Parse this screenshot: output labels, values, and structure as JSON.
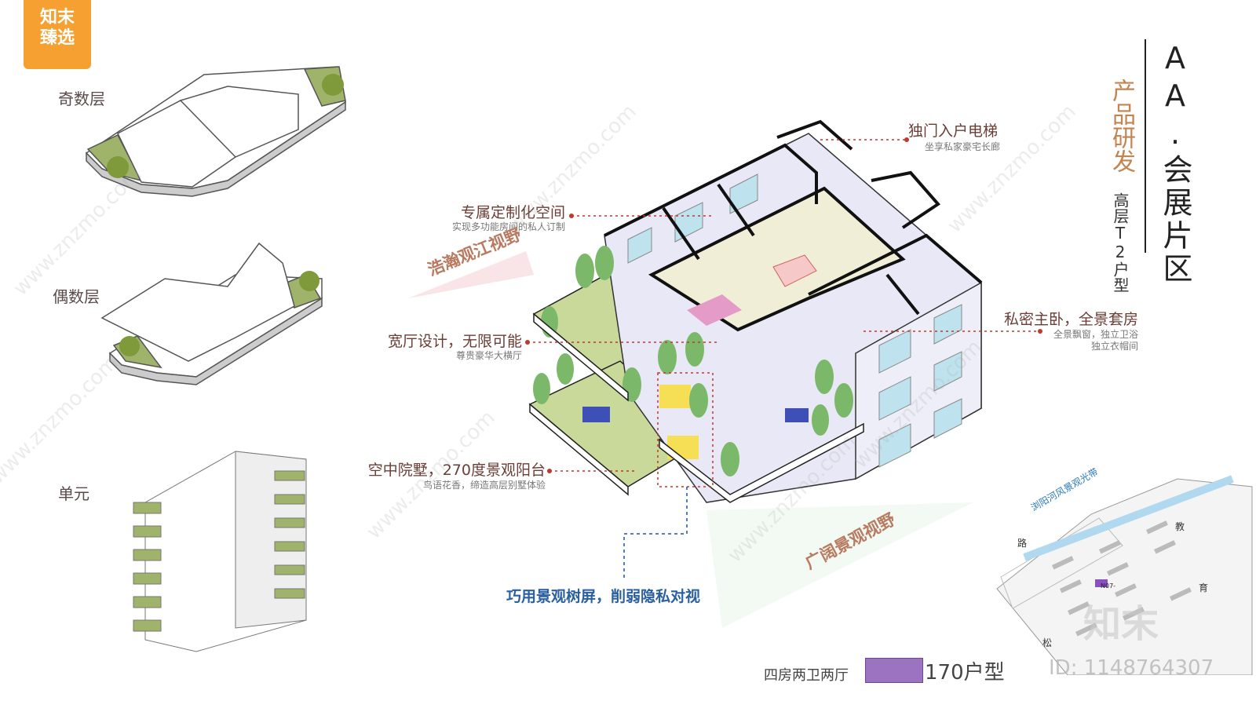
{
  "badge": {
    "line1": "知末",
    "line2": "臻选"
  },
  "floors": {
    "odd": "奇数层",
    "even": "偶数层",
    "unit": "单元"
  },
  "title": {
    "main": "AA.会展片区",
    "sub1": "产品研发",
    "sub2": "高层T2户型"
  },
  "callouts": {
    "elevator": {
      "title": "独门入户电梯",
      "sub": "坐享私家豪宅长廊"
    },
    "custom": {
      "title": "专属定制化空间",
      "sub": "实现多功能房间的私人订制"
    },
    "hall": {
      "title": "宽厅设计，无限可能",
      "sub": "尊贵豪华大横厅"
    },
    "master": {
      "title": "私密主卧，全景套房",
      "sub1": "全景飘窗，独立卫浴",
      "sub2": "独立衣帽间"
    },
    "villa": {
      "title": "空中院墅，270度景观阳台",
      "sub": "鸟语花香，缔造高层别墅体验"
    }
  },
  "views": {
    "river": "浩瀚观江视野",
    "landscape": "广阔景观视野"
  },
  "bottom_note": "巧用景观树屏，削弱隐私对视",
  "legend": {
    "label": "四房两卫两厅",
    "type": "170户型",
    "swatch_color": "#9b73c0"
  },
  "site_map": {
    "band": "浏阳河风景观光带",
    "road1": "路",
    "road2a": "教",
    "road2b": "育",
    "road3": "松",
    "plot": "N07-"
  },
  "watermark": {
    "site": "www.znzmo.com",
    "brand": "知末",
    "id": "ID: 1148764307"
  },
  "colors": {
    "green": "#a8c47a",
    "wall": "#e9e8f6",
    "outline": "#111111",
    "dash": "#c0392b"
  }
}
